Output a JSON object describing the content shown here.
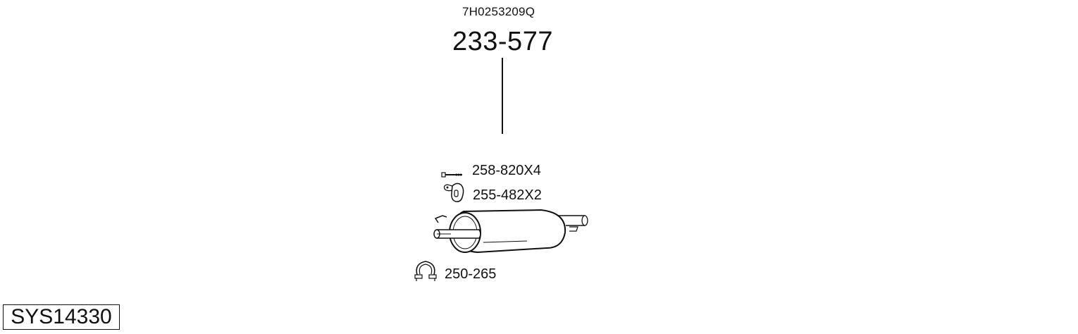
{
  "header": {
    "oem_number": "7H0253209Q",
    "main_part_number": "233-577"
  },
  "parts": [
    {
      "icon": "bolt-icon",
      "label": "258-820X4"
    },
    {
      "icon": "rubber-hanger-icon",
      "label": "255-482X2"
    },
    {
      "icon": "exhaust-muffler-icon",
      "label": ""
    },
    {
      "icon": "pipe-clamp-icon",
      "label": "250-265"
    }
  ],
  "footer": {
    "system_code": "SYS14330"
  }
}
